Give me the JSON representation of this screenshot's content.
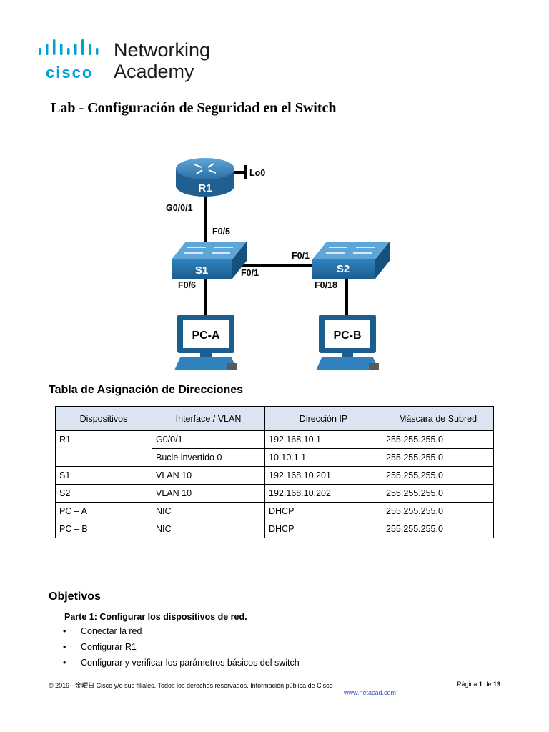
{
  "logo": {
    "brand": "cisco",
    "line1": "Networking",
    "line2": "Academy",
    "brand_color": "#049fd9"
  },
  "title": "Lab - Configuración de Seguridad en el Switch",
  "topology": {
    "devices": {
      "r1": "R1",
      "s1": "S1",
      "s2": "S2",
      "pca": "PC-A",
      "pcb": "PC-B"
    },
    "labels": {
      "lo0": "Lo0",
      "r1_g0": "G0/0/1",
      "s1_f05": "F0/5",
      "s1_f01": "F0/1",
      "s2_f01": "F0/1",
      "s1_f06": "F0/6",
      "s2_f018": "F0/18"
    }
  },
  "addr_table": {
    "heading": "Tabla de Asignación de Direcciones",
    "headers": [
      "Dispositivos",
      "Interface / VLAN",
      "Dirección IP",
      "Máscara de Subred"
    ],
    "rows": [
      [
        "R1",
        "G0/0/1",
        "192.168.10.1",
        "255.255.255.0"
      ],
      [
        "",
        "Bucle invertido 0",
        "10.10.1.1",
        "255.255.255.0"
      ],
      [
        "S1",
        "VLAN 10",
        "192.168.10.201",
        "255.255.255.0"
      ],
      [
        "S2",
        "VLAN 10",
        "192.168.10.202",
        "255.255.255.0"
      ],
      [
        "PC – A",
        "NIC",
        "DHCP",
        "255.255.255.0"
      ],
      [
        "PC – B",
        "NIC",
        "DHCP",
        "255.255.255.0"
      ]
    ],
    "header_bg": "#dbe5f1"
  },
  "objectives": {
    "heading": "Objetivos",
    "part1": "Parte 1: Configurar los dispositivos de red.",
    "items": [
      "Conectar la red",
      "Configurar R1",
      "Configurar y verificar los parámetros básicos del switch"
    ],
    "bullet": "•"
  },
  "footer": {
    "copyright": "© 2019 - 金曜日 Cisco y/o sus filiales. Todos los derechos reservados. Información pública de Cisco",
    "page_prefix": "Página",
    "page_num": "1",
    "page_of": "de",
    "page_total": "19",
    "website": "www.netacad.com"
  }
}
